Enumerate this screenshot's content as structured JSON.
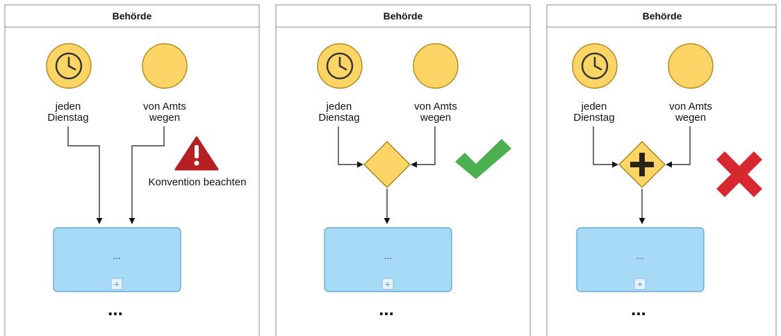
{
  "colors": {
    "pool_border": "#888888",
    "event_fill": "#fdd466",
    "event_stroke": "#b88a1e",
    "gateway_fill": "#fdd466",
    "gateway_stroke": "#9a7a1a",
    "task_fill": "#a6daf7",
    "task_stroke": "#5a9cc6",
    "warning": "#b52025",
    "check": "#4caf50",
    "cross": "#d5282f"
  },
  "panels": [
    {
      "pool_label": "Behörde",
      "timer_label_1": "jeden",
      "timer_label_2": "Dienstag",
      "start_label_1": "von Amts",
      "start_label_2": "wegen",
      "task_label": "...",
      "task_marker": "+",
      "continuation": "...",
      "note": "Konvention beachten",
      "status_icon": "warning-icon"
    },
    {
      "pool_label": "Behörde",
      "timer_label_1": "jeden",
      "timer_label_2": "Dienstag",
      "start_label_1": "von Amts",
      "start_label_2": "wegen",
      "task_label": "...",
      "task_marker": "+",
      "continuation": "...",
      "gateway": "exclusive",
      "status_icon": "check-icon"
    },
    {
      "pool_label": "Behörde",
      "timer_label_1": "jeden",
      "timer_label_2": "Dienstag",
      "start_label_1": "von Amts",
      "start_label_2": "wegen",
      "task_label": "...",
      "task_marker": "+",
      "continuation": "...",
      "gateway": "parallel",
      "status_icon": "cross-icon"
    }
  ]
}
